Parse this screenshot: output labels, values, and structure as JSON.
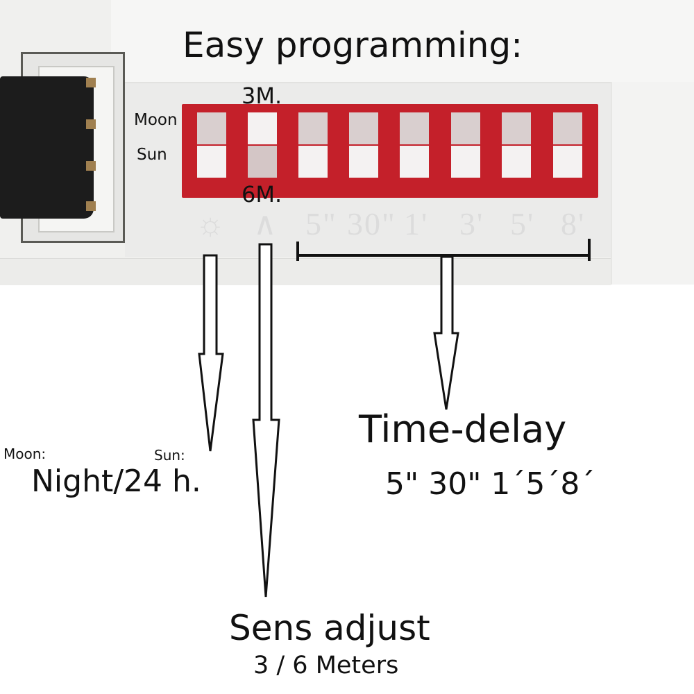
{
  "title": "Easy programming:",
  "switch_labels": {
    "sens_top": "3M.",
    "sens_bottom": "6M.",
    "mode_top": "Moon",
    "mode_bottom": "Sun"
  },
  "printed_markings": [
    "☼",
    "∧",
    "5\"",
    "30\"",
    "1'",
    "3'",
    "5'",
    "8'"
  ],
  "night_mode": {
    "moon_label": "Moon:",
    "sun_label": "Sun:",
    "value": "Night/24 h."
  },
  "time_delay": {
    "title": "Time-delay",
    "values": "5\" 30\" 1´5´8´"
  },
  "sens_adjust": {
    "title": "Sens adjust",
    "values": "3 / 6 Meters"
  },
  "colors": {
    "dip_red": "#c4202a",
    "device": "#f0f0ee"
  }
}
